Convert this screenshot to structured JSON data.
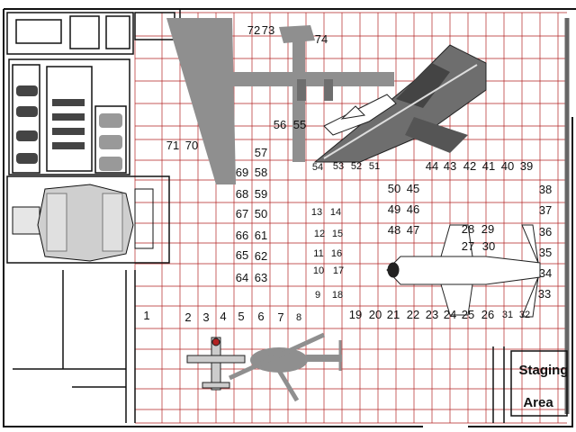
{
  "floorplan": {
    "staging_area_line1": "Staging",
    "staging_area_line2": "Area",
    "colors": {
      "grid": "#b22222",
      "walls": "#111111",
      "aircraft_fill": "#8f8f8f",
      "aircraft_dark": "#6e6e6e",
      "aircraft_light": "#d9d9d9"
    },
    "booths": [
      {
        "id": "b1",
        "label": "1"
      },
      {
        "id": "b2",
        "label": "2"
      },
      {
        "id": "b3",
        "label": "3"
      },
      {
        "id": "b4",
        "label": "4"
      },
      {
        "id": "b5",
        "label": "5"
      },
      {
        "id": "b6",
        "label": "6"
      },
      {
        "id": "b7",
        "label": "7"
      },
      {
        "id": "b8",
        "label": "8"
      },
      {
        "id": "b9",
        "label": "9"
      },
      {
        "id": "b10",
        "label": "10"
      },
      {
        "id": "b11",
        "label": "11"
      },
      {
        "id": "b12",
        "label": "12"
      },
      {
        "id": "b13",
        "label": "13"
      },
      {
        "id": "b14",
        "label": "14"
      },
      {
        "id": "b15",
        "label": "15"
      },
      {
        "id": "b16",
        "label": "16"
      },
      {
        "id": "b17",
        "label": "17"
      },
      {
        "id": "b18",
        "label": "18"
      },
      {
        "id": "b19",
        "label": "19"
      },
      {
        "id": "b20",
        "label": "20"
      },
      {
        "id": "b21",
        "label": "21"
      },
      {
        "id": "b22",
        "label": "22"
      },
      {
        "id": "b23",
        "label": "23"
      },
      {
        "id": "b24",
        "label": "24"
      },
      {
        "id": "b25",
        "label": "25"
      },
      {
        "id": "b26",
        "label": "26"
      },
      {
        "id": "b27",
        "label": "27"
      },
      {
        "id": "b28",
        "label": "28"
      },
      {
        "id": "b29",
        "label": "29"
      },
      {
        "id": "b30",
        "label": "30"
      },
      {
        "id": "b31",
        "label": "31"
      },
      {
        "id": "b32",
        "label": "32"
      },
      {
        "id": "b33",
        "label": "33"
      },
      {
        "id": "b34",
        "label": "34"
      },
      {
        "id": "b35",
        "label": "35"
      },
      {
        "id": "b36",
        "label": "36"
      },
      {
        "id": "b37",
        "label": "37"
      },
      {
        "id": "b38",
        "label": "38"
      },
      {
        "id": "b39",
        "label": "39"
      },
      {
        "id": "b40",
        "label": "40"
      },
      {
        "id": "b41",
        "label": "41"
      },
      {
        "id": "b42",
        "label": "42"
      },
      {
        "id": "b43",
        "label": "43"
      },
      {
        "id": "b44",
        "label": "44"
      },
      {
        "id": "b45",
        "label": "45"
      },
      {
        "id": "b46",
        "label": "46"
      },
      {
        "id": "b47",
        "label": "47"
      },
      {
        "id": "b48",
        "label": "48"
      },
      {
        "id": "b49",
        "label": "49"
      },
      {
        "id": "b50",
        "label": "50"
      },
      {
        "id": "b50b",
        "label": "50"
      },
      {
        "id": "b51",
        "label": "51"
      },
      {
        "id": "b52",
        "label": "52"
      },
      {
        "id": "b53",
        "label": "53"
      },
      {
        "id": "b54",
        "label": "54"
      },
      {
        "id": "b55",
        "label": "55"
      },
      {
        "id": "b56",
        "label": "56"
      },
      {
        "id": "b57",
        "label": "57"
      },
      {
        "id": "b58",
        "label": "58"
      },
      {
        "id": "b59",
        "label": "59"
      },
      {
        "id": "b61",
        "label": "61"
      },
      {
        "id": "b62",
        "label": "62"
      },
      {
        "id": "b63",
        "label": "63"
      },
      {
        "id": "b64",
        "label": "64"
      },
      {
        "id": "b65",
        "label": "65"
      },
      {
        "id": "b66",
        "label": "66"
      },
      {
        "id": "b67",
        "label": "67"
      },
      {
        "id": "b68",
        "label": "68"
      },
      {
        "id": "b69",
        "label": "69"
      },
      {
        "id": "b70",
        "label": "70"
      },
      {
        "id": "b71",
        "label": "71"
      },
      {
        "id": "b72",
        "label": "72"
      },
      {
        "id": "b73",
        "label": "73"
      },
      {
        "id": "b74",
        "label": "74"
      }
    ]
  }
}
